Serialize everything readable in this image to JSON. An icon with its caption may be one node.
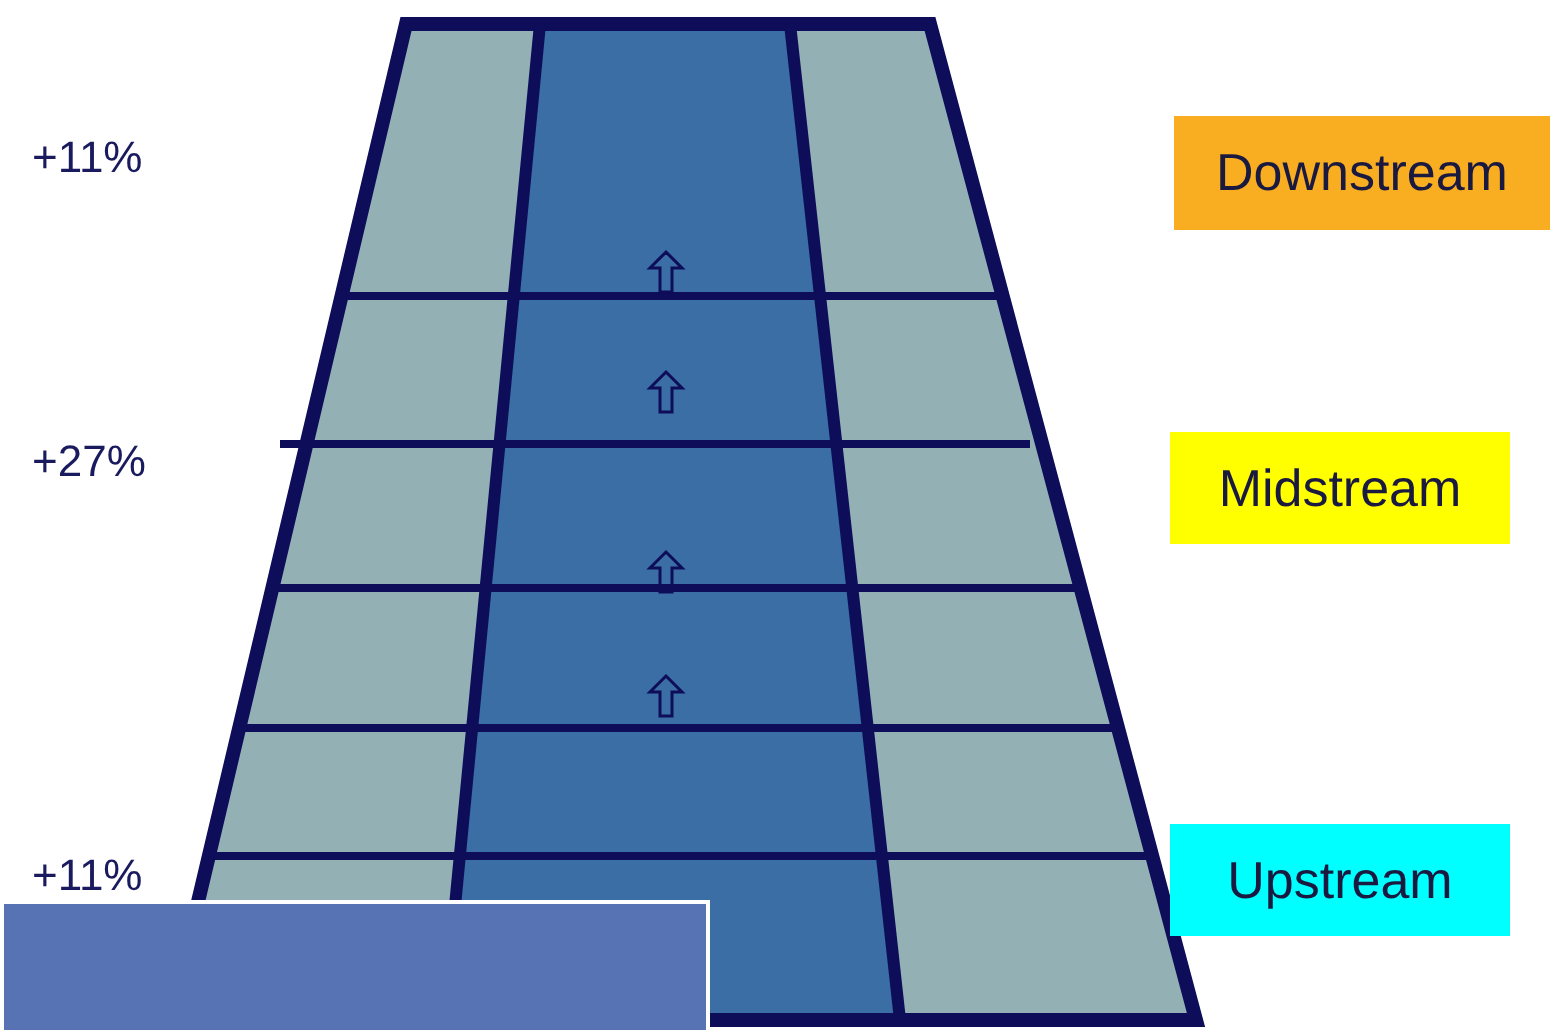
{
  "diagram": {
    "nodes": [
      {
        "text": [
          "Downstream"
        ]
      },
      {
        "text": [
          "Midstream"
        ]
      },
      {
        "text": [
          "Upstream"
        ]
      }
    ],
    "labels": [
      "+11%",
      "+27%",
      "+11%"
    ]
  }
}
